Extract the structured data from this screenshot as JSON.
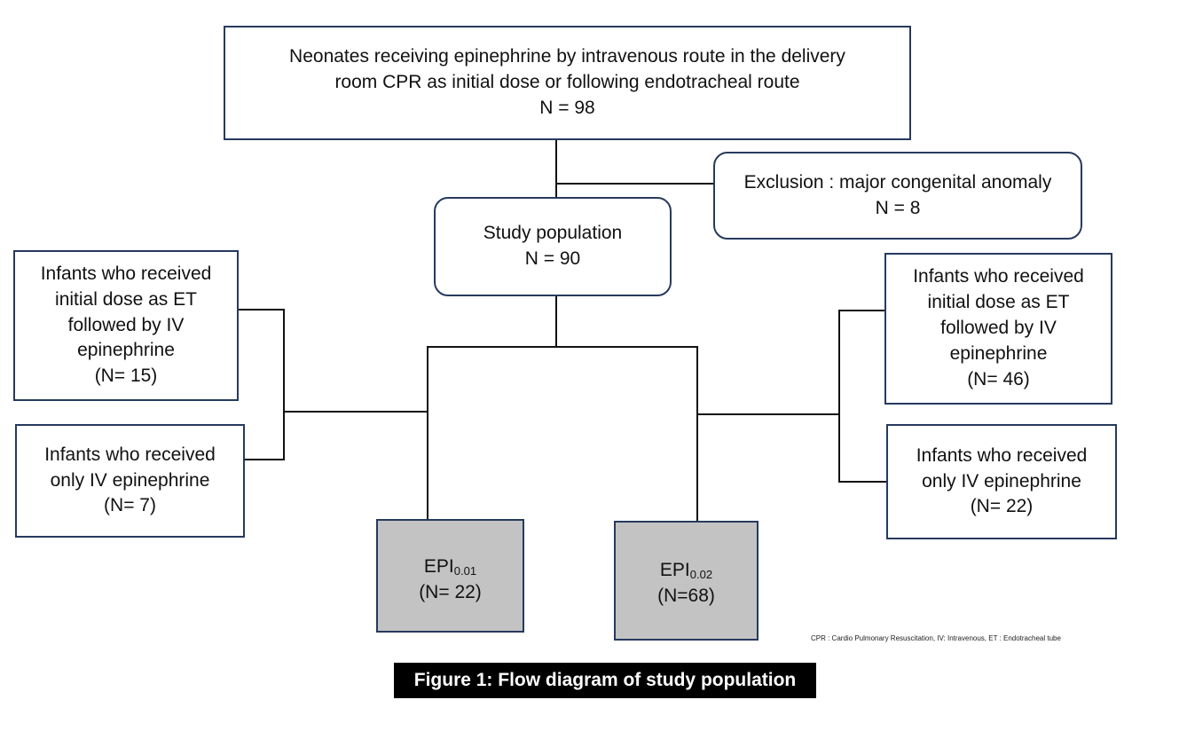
{
  "diagram": {
    "top": {
      "line1": "Neonates receiving epinephrine by intravenous route in the delivery",
      "line2": "room CPR as initial dose or following endotracheal route",
      "count": "N = 98"
    },
    "exclusion": {
      "label": "Exclusion : major congenital anomaly",
      "count": "N = 8"
    },
    "study": {
      "label": "Study population",
      "count": "N = 90"
    },
    "left_top": {
      "lines": [
        "Infants who received",
        "initial dose as ET",
        "followed by IV",
        "epinephrine"
      ],
      "count": "(N= 15)"
    },
    "left_bottom": {
      "lines": [
        "Infants who received",
        "only IV epinephrine"
      ],
      "count": "(N= 7)"
    },
    "right_top": {
      "lines": [
        "Infants who received",
        "initial dose as ET",
        "followed by IV",
        "epinephrine"
      ],
      "count": "(N= 46)"
    },
    "right_bottom": {
      "lines": [
        "Infants who received",
        "only IV epinephrine"
      ],
      "count": "(N= 22)"
    },
    "epi1": {
      "base": "EPI",
      "sub": "0.01",
      "count": "(N= 22)"
    },
    "epi2": {
      "base": "EPI",
      "sub": "0.02",
      "count": "(N=68)"
    },
    "abbrev_note": "CPR : Cardio Pulmonary Resuscitation, IV: Intravenous, ET : Endotracheal tube",
    "caption": "Figure 1: Flow diagram of study population"
  }
}
